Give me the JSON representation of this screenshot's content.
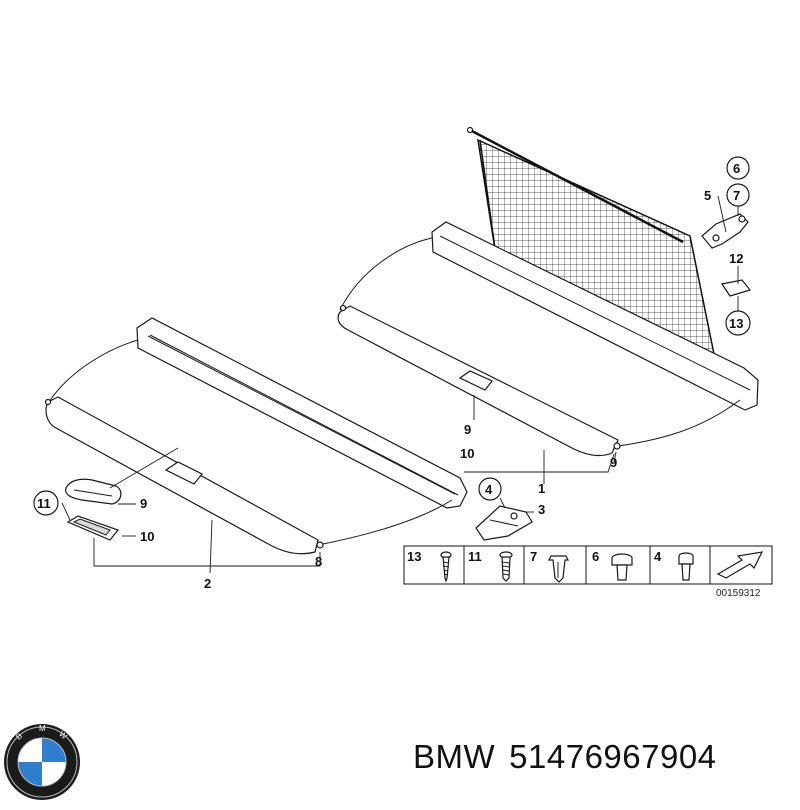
{
  "diagram": {
    "labels": {
      "l1": "1",
      "l2": "2",
      "l3": "3",
      "l4": "4",
      "l5": "5",
      "l6": "6",
      "l7": "7",
      "l8": "8",
      "l9a": "9",
      "l9b": "9",
      "l9c": "9",
      "l10a": "10",
      "l10b": "10",
      "l11": "11",
      "l12": "12",
      "l13": "13"
    },
    "legend": [
      "13",
      "11",
      "7",
      "6",
      "4"
    ],
    "code": "00159312"
  },
  "footer": {
    "brand": "BMW",
    "part_number": "51476967904"
  }
}
